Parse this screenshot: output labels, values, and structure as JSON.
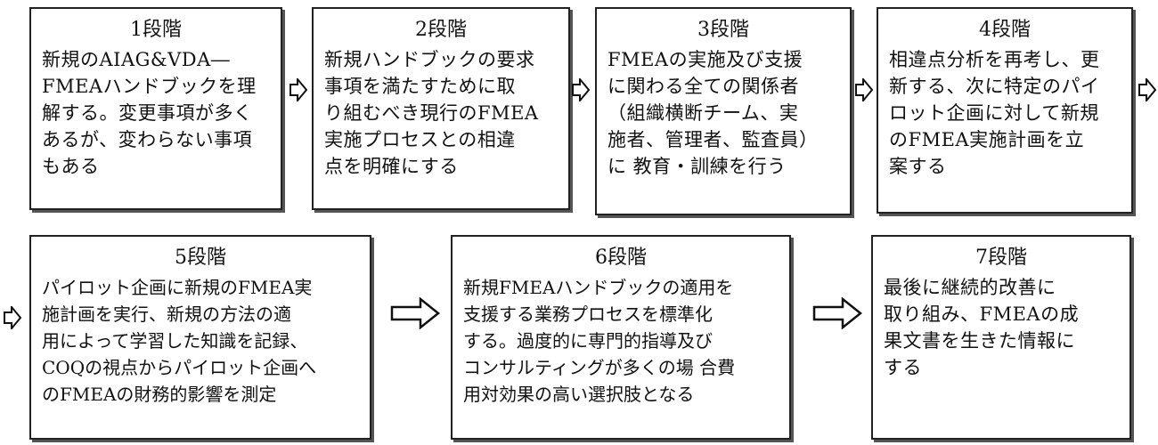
{
  "steps": [
    {
      "title": "1段階",
      "text": "新規のAIAG&VDA―\nFMEAハンドブックを理\n解する。変更事項が多く\nあるが、変わらない事項\nもある"
    },
    {
      "title": "2段階",
      "text": "新規ハンドブックの要求\n事項を満たすために取\nり組むべき現行のFMEA\n実施プロセスとの相違\n点を明確にする"
    },
    {
      "title": "3段階",
      "text": "FMEAの実施及び支援\nに関わる全ての関係者\n（組織横断チーム、実\n施者、管理者、監査員）\nに 教育・訓練を行う"
    },
    {
      "title": "4段階",
      "text": "相違点分析を再考し、更\n新する、次に特定のパイ\nロット企画に対して新規\nのFMEA実施計画を立\n案する"
    },
    {
      "title": "5段階",
      "text": "パイロット企画に新規のFMEA実\n施計画を実行、新規の方法の適\n用によって学習した知識を記録、\nCOQの視点からパイロット企画へ\nのFMEAの財務的影響を測定"
    },
    {
      "title": "6段階",
      "text": "新規FMEAハンドブックの適用を\n支援する業務プロセスを標準化\nする。過度的に専門的指導及び\nコンサルティングが多くの場 合費\n用対効果の高い選択肢となる"
    },
    {
      "title": "7段階",
      "text": "最後に継続的改善に\n取り組み、FMEAの成\n果文書を生きた情報に\nする"
    }
  ]
}
